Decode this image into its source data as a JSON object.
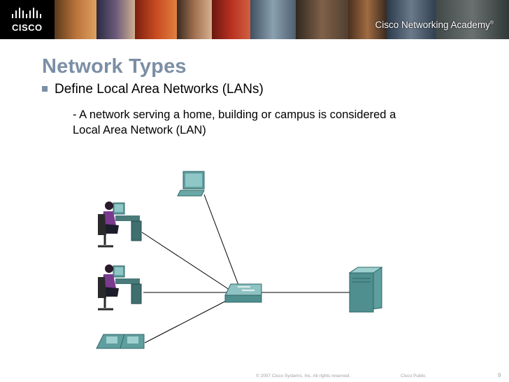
{
  "header": {
    "logo_text": "CISCO",
    "academy_text": "Cisco Networking Academy",
    "academy_tm": "®"
  },
  "slide": {
    "title": "Network Types",
    "bullet": "Define Local Area Networks (LANs)",
    "sub_line_1": "- A network serving a home, building or campus is considered a",
    "sub_line_2": "Local Area Network (LAN)"
  },
  "diagram": {
    "icons": [
      "workstation-icon",
      "user-at-desk-icon",
      "user-at-desk-icon",
      "ip-phone-icon",
      "switch-icon",
      "server-icon"
    ],
    "colors": {
      "device": "#4f8f8f",
      "device_light": "#8fc3c3",
      "person": "#7a3b8f",
      "line": "#000000"
    }
  },
  "footer": {
    "copyright": "© 2007 Cisco Systems, Inc. All rights reserved.",
    "classification": "Cisco Public",
    "page_number": "9"
  }
}
